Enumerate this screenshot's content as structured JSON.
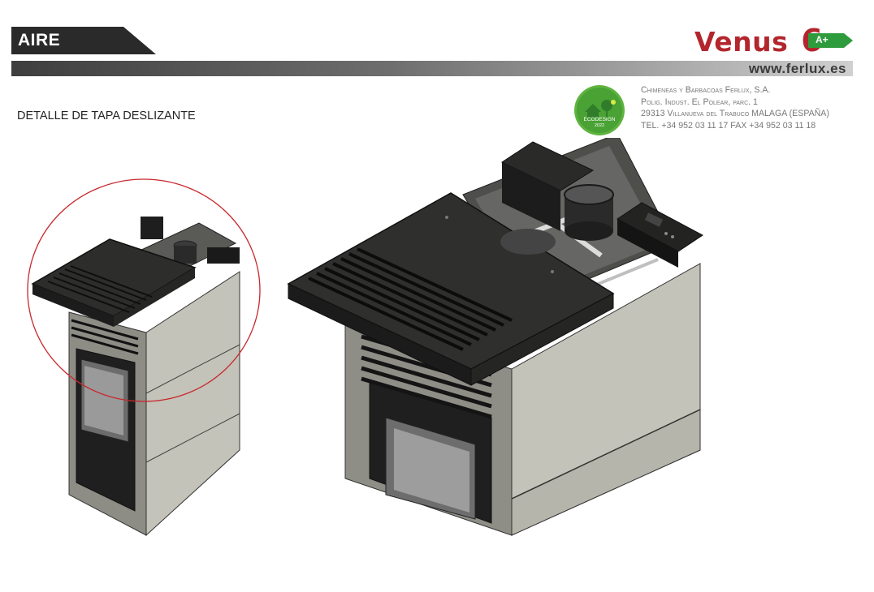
{
  "header": {
    "section_tag": "AIRE",
    "product_name": "Venus",
    "product_number": "6",
    "energy_class": "A+",
    "website": "www.ferlux.es"
  },
  "company": {
    "name": "Chimeneas y Barbacoas Ferlux, S.A.",
    "address_line1": "Polig. Indust. El Polear, parc. 1",
    "address_line2": "29313 Villanueva del Trabuco  MALAGA (ESPAÑA)",
    "phone_line": "TEL. +34 952 03 11 17  FAX +34 952 03 11 18"
  },
  "eco_badge": {
    "name": "ECODESIGN",
    "year": "2022"
  },
  "caption": "DETALLE DE TAPA DESLIZANTE",
  "colors": {
    "brand_red": "#b3262d",
    "energy_green": "#2e9b3c",
    "tag_dark": "#2a2a2a",
    "stove_body": "#bfbfb5",
    "stove_top": "#2d2d2b",
    "highlight_circle": "#c8282d"
  }
}
